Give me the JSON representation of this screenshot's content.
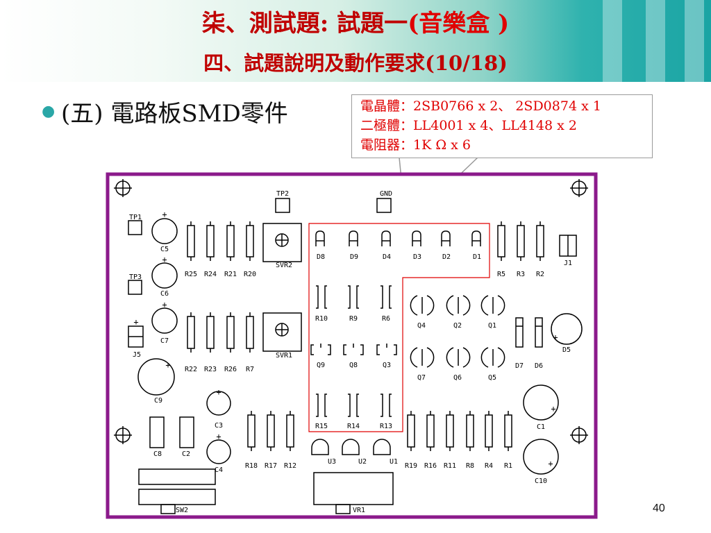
{
  "slide": {
    "title_part1": "柒、測試題: 試題一",
    "title_part2": "(音樂盒 )",
    "subtitle": "四、試題說明及動作要求(10/18)",
    "bullet": "(五) 電路板SMD零件",
    "page_number": "40"
  },
  "callout": {
    "lines": [
      "電晶體：2SB0766 x 2、 2SD0874 x 1",
      "二極體：LL4001 x 4、LL4148 x 2",
      "電阻器：1K Ω x 6"
    ]
  },
  "colors": {
    "title": "#c00000",
    "board_outline": "#8b1a8b",
    "highlight": "#e00000",
    "bullet": "#2aa7a7"
  },
  "board_labels": {
    "TP1": "TP1",
    "TP2": "TP2",
    "TP3": "TP3",
    "GND": "GND",
    "J1": "J1",
    "J5": "J5",
    "C1": "C1",
    "C2": "C2",
    "C3": "C3",
    "C4": "C4",
    "C5": "C5",
    "C6": "C6",
    "C7": "C7",
    "C8": "C8",
    "C9": "C9",
    "C10": "C10",
    "SVR1": "SVR1",
    "SVR2": "SVR2",
    "SW2": "SW2",
    "VR1": "VR1",
    "R25": "R25",
    "R24": "R24",
    "R21": "R21",
    "R20": "R20",
    "R22": "R22",
    "R23": "R23",
    "R26": "R26",
    "R7": "R7",
    "R18": "R18",
    "R17": "R17",
    "R12": "R12",
    "R5": "R5",
    "R3": "R3",
    "R2": "R2",
    "R19": "R19",
    "R16": "R16",
    "R11": "R11",
    "R8": "R8",
    "R4": "R4",
    "R1": "R1",
    "R10": "R10",
    "R9": "R9",
    "R6": "R6",
    "R15": "R15",
    "R14": "R14",
    "R13": "R13",
    "D1": "D1",
    "D2": "D2",
    "D3": "D3",
    "D4": "D4",
    "D5": "D5",
    "D6": "D6",
    "D7": "D7",
    "D8": "D8",
    "D9": "D9",
    "Q1": "Q1",
    "Q2": "Q2",
    "Q3": "Q3",
    "Q4": "Q4",
    "Q5": "Q5",
    "Q6": "Q6",
    "Q7": "Q7",
    "Q8": "Q8",
    "Q9": "Q9",
    "U1": "U1",
    "U2": "U2",
    "U3": "U3",
    "plus": "+"
  }
}
